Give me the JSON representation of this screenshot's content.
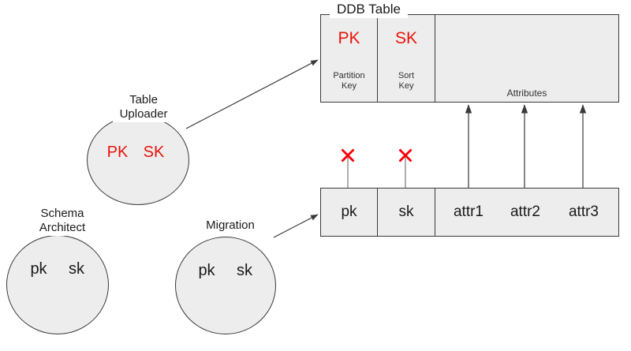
{
  "diagram": {
    "title": "DynamoDB table schema mapping diagram",
    "colors": {
      "key_red": "#e81309",
      "shape_fill": "#ededed",
      "shape_stroke": "#3a3a3a",
      "connector": "#555555",
      "text": "#1a1a1a"
    }
  },
  "ddb_table": {
    "title": "DDB Table",
    "columns": [
      {
        "key": "PK",
        "sub": "Partition\nKey",
        "sub_line1": "Partition",
        "sub_line2": "Key"
      },
      {
        "key": "SK",
        "sub": "Sort\nKey",
        "sub_line1": "Sort",
        "sub_line2": "Key"
      }
    ],
    "attributes_label": "Attributes"
  },
  "source_row": {
    "cells": [
      "pk",
      "sk"
    ],
    "attributes": [
      "attr1",
      "attr2",
      "attr3"
    ]
  },
  "circles": [
    {
      "id": "table-uploader",
      "title_line1": "Table",
      "title_line2": "Uploader",
      "tokens": [
        "PK",
        "SK"
      ],
      "token_style": "red"
    },
    {
      "id": "schema-architect",
      "title_line1": "Schema",
      "title_line2": "Architect",
      "tokens": [
        "pk",
        "sk"
      ],
      "token_style": "dark"
    },
    {
      "id": "migration",
      "title_line1": "Migration",
      "title_line2": "",
      "tokens": [
        "pk",
        "sk"
      ],
      "token_style": "dark"
    }
  ],
  "connectors": {
    "blocked_marks": [
      "blocked-pk",
      "blocked-sk"
    ],
    "mapped_arrows": [
      "attr1-arrow",
      "attr2-arrow",
      "attr3-arrow"
    ],
    "uploader_arrow": "table-uploader-to-ddb-table",
    "migration_arrow": "migration-to-source-row"
  }
}
